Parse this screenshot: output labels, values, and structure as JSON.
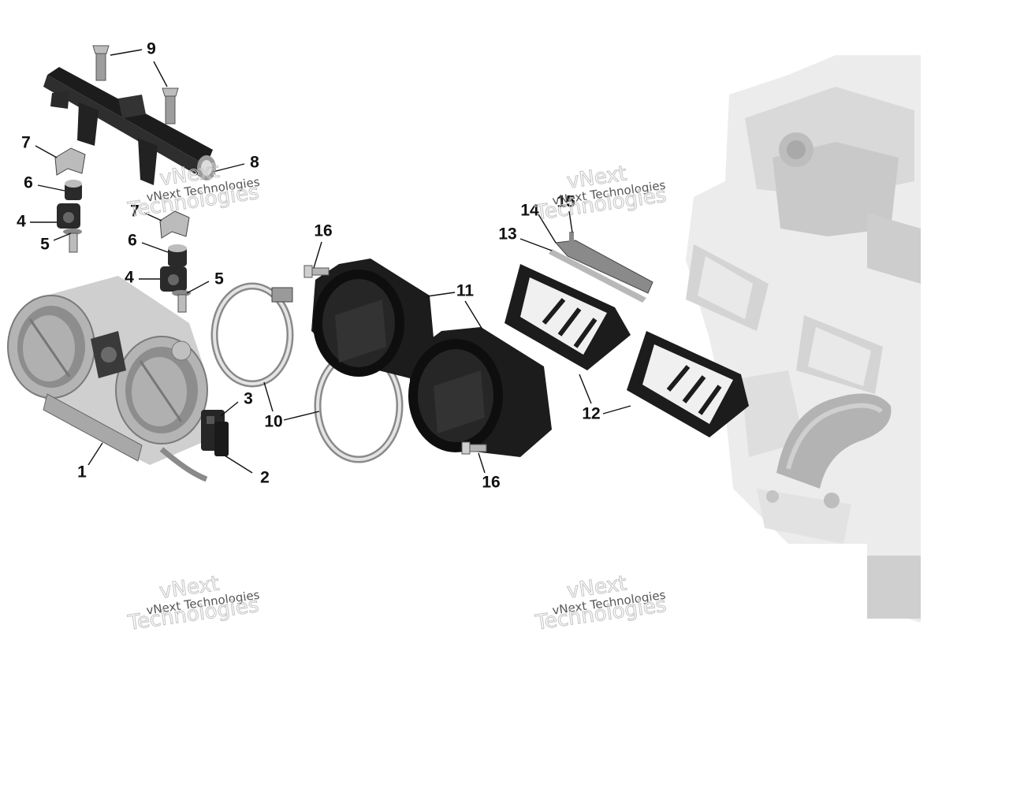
{
  "callouts": {
    "c1": "1",
    "c2": "2",
    "c3": "3",
    "c4a": "4",
    "c4b": "4",
    "c5a": "5",
    "c5b": "5",
    "c6a": "6",
    "c6b": "6",
    "c7a": "7",
    "c7b": "7",
    "c8": "8",
    "c9": "9",
    "c10": "10",
    "c11": "11",
    "c12": "12",
    "c13": "13",
    "c14": "14",
    "c15": "15",
    "c16a": "16",
    "c16b": "16"
  },
  "watermarks": {
    "line1": "vNext",
    "line2": "vNext Technologies",
    "line3": "Technologies"
  },
  "colors": {
    "part_dark": "#1a1a1a",
    "part_gray": "#a8a8a8",
    "engine_light": "#e6e6e6",
    "engine_mid": "#cfcfcf",
    "engine_dark": "#b8b8b8"
  }
}
